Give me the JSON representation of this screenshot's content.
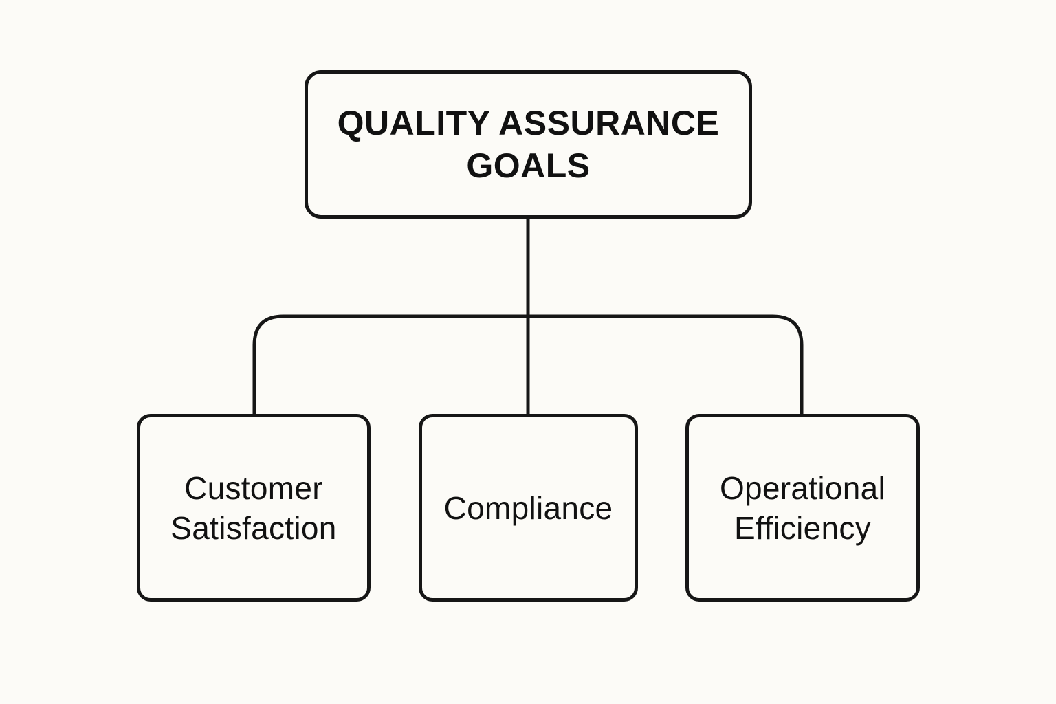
{
  "diagram": {
    "root": {
      "line1": "QUALITY ASSURANCE",
      "line2": "GOALS"
    },
    "children": [
      {
        "line1": "Customer",
        "line2": "Satisfaction"
      },
      {
        "line1": "Compliance"
      },
      {
        "line1": "Operational",
        "line2": "Efficiency"
      }
    ]
  },
  "colors": {
    "background": "#fcfbf7",
    "stroke": "#161616",
    "text": "#111111"
  }
}
